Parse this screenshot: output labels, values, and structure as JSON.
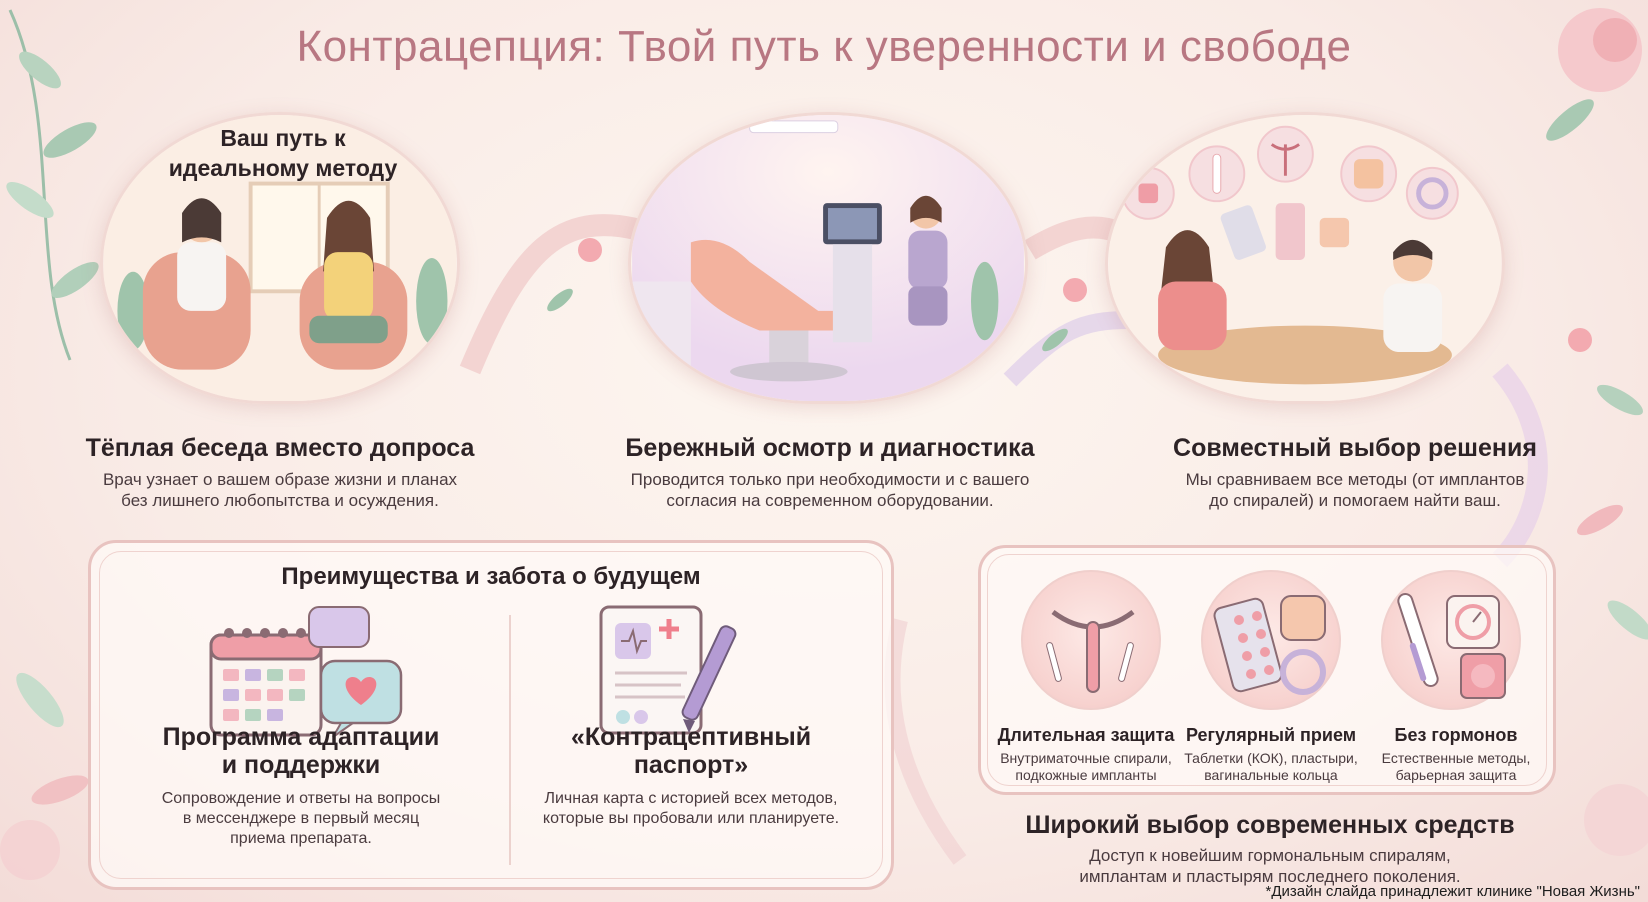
{
  "title": "Контрацепция: Твой путь к уверенности и свободе",
  "scene1": {
    "caption_line1": "Ваш путь к",
    "caption_line2": "идеальному методу"
  },
  "steps": [
    {
      "heading": "Тёплая беседа вместо допроса",
      "line1": "Врач узнает о вашем образе жизни и планах",
      "line2": "без лишнего любопытства и осуждения."
    },
    {
      "heading": "Бережный осмотр и диагностика",
      "line1": "Проводится только при необходимости и с вашего",
      "line2": "согласия на современном оборудовании."
    },
    {
      "heading": "Совместный выбор решения",
      "line1": "Мы сравниваем все методы (от имплантов",
      "line2": "до спиралей) и помогаем найти ваш."
    }
  ],
  "benefits": {
    "heading": "Преимущества и забота о будущем",
    "adaptation": {
      "heading_line1": "Программа адаптации",
      "heading_line2": "и поддержки",
      "line1": "Сопровождение и ответы на вопросы",
      "line2": "в мессенджере в первый месяц",
      "line3": "приема препарата."
    },
    "passport": {
      "heading_line1": "«Контрацептивный",
      "heading_line2": "паспорт»",
      "line1": "Личная карта с историей всех методов,",
      "line2": "которые вы пробовали или планируете."
    }
  },
  "methods": {
    "options": [
      {
        "heading": "Длительная защита",
        "line1": "Внутриматочные спирали,",
        "line2": "подкожные импланты"
      },
      {
        "heading": "Регулярный прием",
        "line1": "Таблетки (КОК), пластыри,",
        "line2": "вагинальные кольца"
      },
      {
        "heading": "Без гормонов",
        "line1": "Естественные методы,",
        "line2": "барьерная защита"
      }
    ],
    "heading": "Широкий выбор современных средств",
    "line1": "Доступ к новейшим гормональным спиралям,",
    "line2": "имплантам и пластырям последнего поколения."
  },
  "footer": "*Дизайн слайда принадлежит клинике \"Новая Жизнь\"",
  "icons": {
    "leaf": "leaf-icon",
    "flower": "flower-icon",
    "calendar": "calendar-icon",
    "chat": "chat-bubble-icon",
    "heart": "heart-icon",
    "document": "medical-document-icon",
    "pen": "pen-icon",
    "iud": "iud-icon",
    "pills": "pill-blister-icon",
    "ring": "vaginal-ring-icon",
    "thermometer": "thermometer-icon",
    "condom": "condom-packet-icon"
  },
  "colors": {
    "accent": "#b87782",
    "pink": "#f3b7b9",
    "leaf": "#8fb59c",
    "border": "#e8c3c0"
  }
}
